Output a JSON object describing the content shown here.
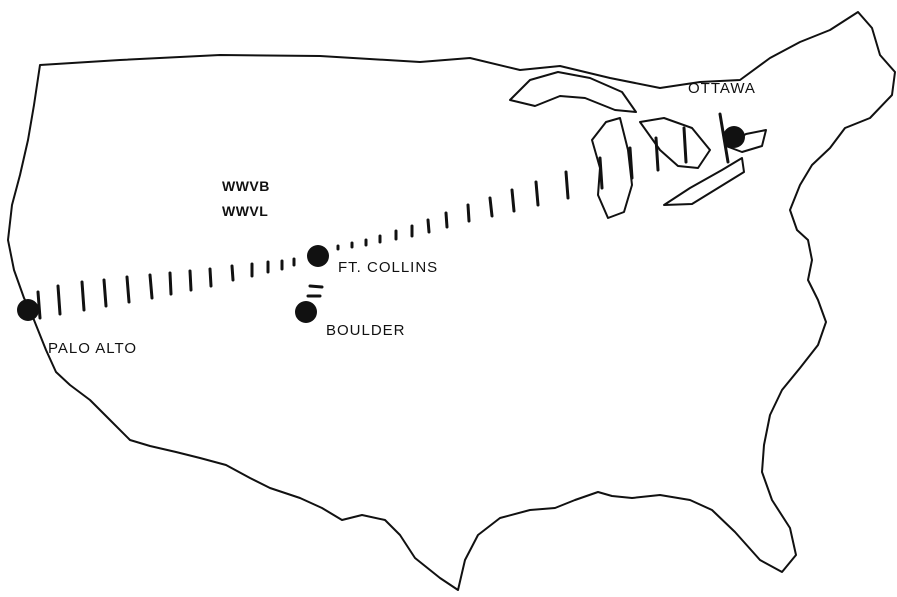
{
  "labels": {
    "ottawa": "OTTAWA",
    "ft_collins": "FT. COLLINS",
    "boulder": "BOULDER",
    "palo_alto": "PALO ALTO",
    "station_1": "WWVB",
    "station_2": "WWVL"
  },
  "colors": {
    "ink": "#111111",
    "background": "#ffffff"
  }
}
